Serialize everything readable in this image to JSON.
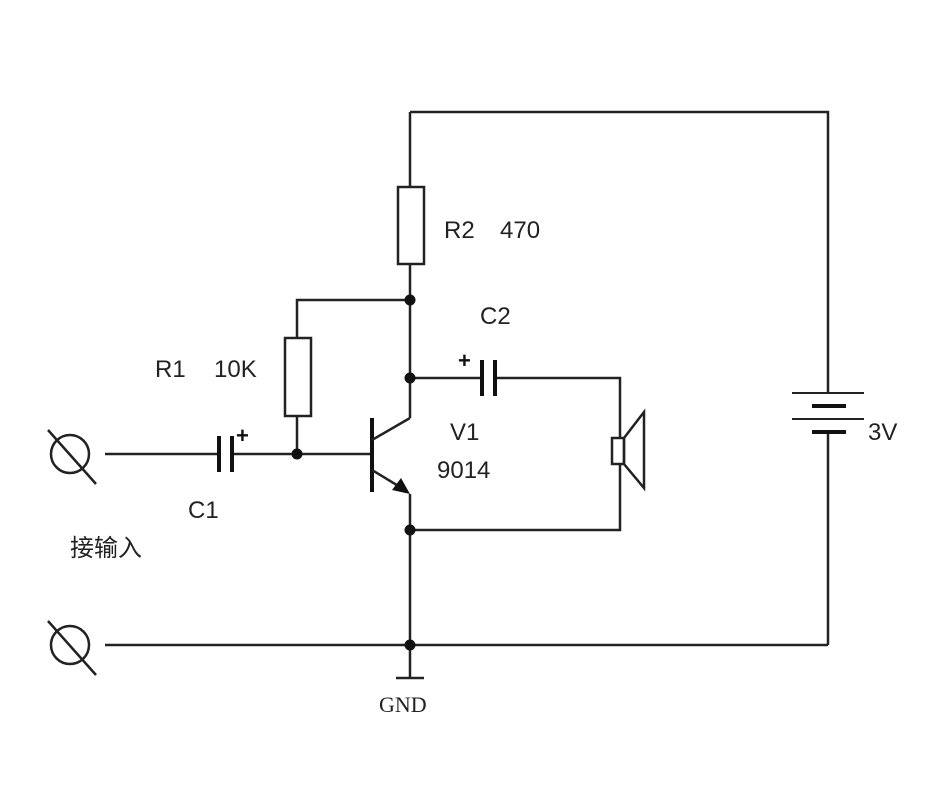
{
  "labels": {
    "r2_name": "R2",
    "r2_value": "470",
    "r1_name": "R1",
    "r1_value": "10K",
    "c2_name": "C2",
    "c1_name": "C1",
    "v1_name": "V1",
    "v1_part": "9014",
    "battery_voltage": "3V",
    "input_label": "接输入",
    "gnd_label": "GND",
    "c1_polarity": "+",
    "c2_polarity": "+"
  }
}
